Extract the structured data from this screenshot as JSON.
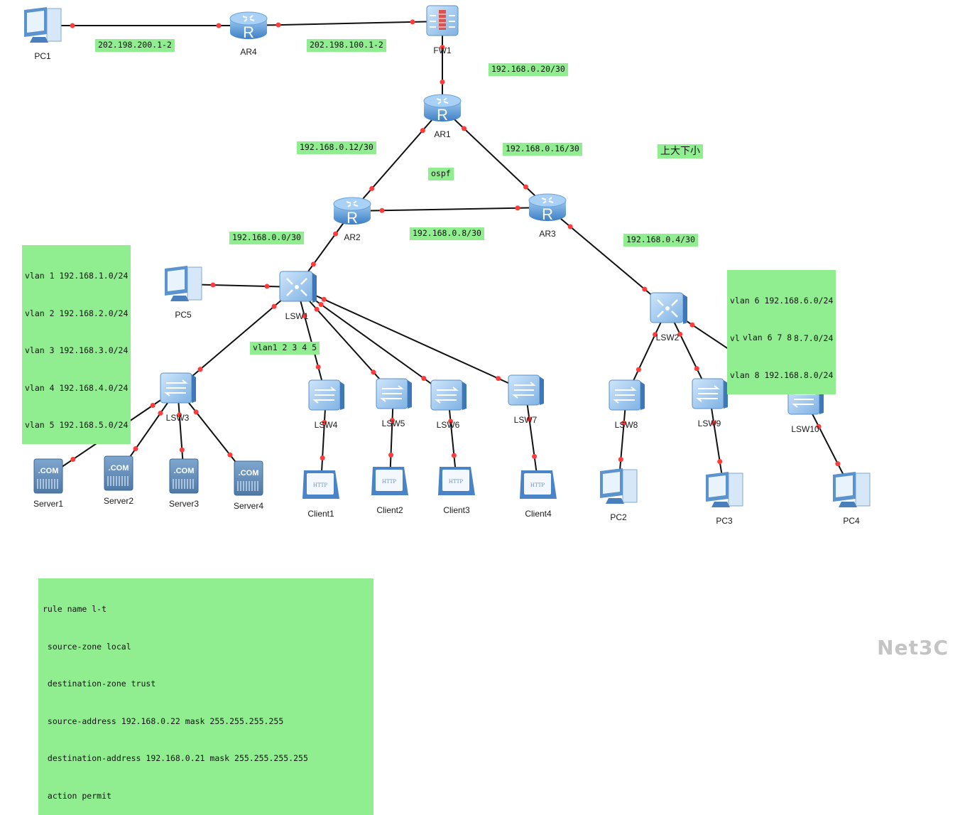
{
  "devices": {
    "PC1": {
      "label": "PC1",
      "type": "pc"
    },
    "AR4": {
      "label": "AR4",
      "type": "router"
    },
    "FW1": {
      "label": "FW1",
      "type": "firewall"
    },
    "AR1": {
      "label": "AR1",
      "type": "router"
    },
    "AR2": {
      "label": "AR2",
      "type": "router"
    },
    "AR3": {
      "label": "AR3",
      "type": "router"
    },
    "LSW1": {
      "label": "LSW1",
      "type": "l3switch"
    },
    "LSW2": {
      "label": "LSW2",
      "type": "l3switch"
    },
    "PC5": {
      "label": "PC5",
      "type": "pc"
    },
    "LSW3": {
      "label": "LSW3",
      "type": "switch"
    },
    "LSW4": {
      "label": "LSW4",
      "type": "switch"
    },
    "LSW5": {
      "label": "LSW5",
      "type": "switch"
    },
    "LSW6": {
      "label": "LSW6",
      "type": "switch"
    },
    "LSW7": {
      "label": "LSW7",
      "type": "switch"
    },
    "LSW8": {
      "label": "LSW8",
      "type": "switch"
    },
    "LSW9": {
      "label": "LSW9",
      "type": "switch"
    },
    "LSW10": {
      "label": "LSW10",
      "type": "switch"
    },
    "Server1": {
      "label": "Server1",
      "type": "server"
    },
    "Server2": {
      "label": "Server2",
      "type": "server"
    },
    "Server3": {
      "label": "Server3",
      "type": "server"
    },
    "Server4": {
      "label": "Server4",
      "type": "server"
    },
    "Client1": {
      "label": "Client1",
      "type": "client"
    },
    "Client2": {
      "label": "Client2",
      "type": "client"
    },
    "Client3": {
      "label": "Client3",
      "type": "client"
    },
    "Client4": {
      "label": "Client4",
      "type": "client"
    },
    "PC2": {
      "label": "PC2",
      "type": "pc"
    },
    "PC3": {
      "label": "PC3",
      "type": "pc"
    },
    "PC4": {
      "label": "PC4",
      "type": "pc"
    }
  },
  "links": [
    [
      "PC1",
      "AR4"
    ],
    [
      "AR4",
      "FW1"
    ],
    [
      "FW1",
      "AR1"
    ],
    [
      "AR1",
      "AR2"
    ],
    [
      "AR1",
      "AR3"
    ],
    [
      "AR2",
      "AR3"
    ],
    [
      "AR2",
      "LSW1"
    ],
    [
      "AR3",
      "LSW2"
    ],
    [
      "PC5",
      "LSW1"
    ],
    [
      "LSW1",
      "LSW3"
    ],
    [
      "LSW1",
      "LSW4"
    ],
    [
      "LSW1",
      "LSW5"
    ],
    [
      "LSW1",
      "LSW6"
    ],
    [
      "LSW1",
      "LSW7"
    ],
    [
      "LSW3",
      "Server1"
    ],
    [
      "LSW3",
      "Server2"
    ],
    [
      "LSW3",
      "Server3"
    ],
    [
      "LSW3",
      "Server4"
    ],
    [
      "LSW4",
      "Client1"
    ],
    [
      "LSW5",
      "Client2"
    ],
    [
      "LSW6",
      "Client3"
    ],
    [
      "LSW7",
      "Client4"
    ],
    [
      "LSW2",
      "LSW8"
    ],
    [
      "LSW2",
      "LSW9"
    ],
    [
      "LSW2",
      "LSW10"
    ],
    [
      "LSW8",
      "PC2"
    ],
    [
      "LSW9",
      "PC3"
    ],
    [
      "LSW10",
      "PC4"
    ]
  ],
  "notes": {
    "net_pc1_ar4": "202.198.200.1-2",
    "net_ar4_fw1": "202.198.100.1-2",
    "net_fw1_ar1": "192.168.0.20/30",
    "net_ar1_ar2": "192.168.0.12/30",
    "net_ar1_ar3": "192.168.0.16/30",
    "chinese_note": "上大下小",
    "ospf": "ospf",
    "net_ar2_lsw1": "192.168.0.0/30",
    "net_ar2_ar3": "192.168.0.8/30",
    "net_ar3_lsw2": "192.168.0.4/30",
    "vlans_lsw1": [
      "vlan 1 192.168.1.0/24",
      "vlan 2 192.168.2.0/24",
      "vlan 3 192.168.3.0/24",
      "vlan 4 192.168.4.0/24",
      "vlan 5 192.168.5.0/24"
    ],
    "vlan_list_lsw1": "vlan1 2 3 4 5",
    "vlans_lsw2": [
      "vlan 6 192.168.6.0/24",
      "vlan 7 192.168.7.0/24",
      "vlan 8 192.168.8.0/24"
    ],
    "vlan_list_lsw2": "vlan 6 7 8",
    "fw_rule": [
      "rule name l-t",
      " source-zone local",
      " destination-zone trust",
      " source-address 192.168.0.22 mask 255.255.255.255",
      " destination-address 192.168.0.21 mask 255.255.255.255",
      " action permit"
    ]
  },
  "watermark": "Net3C",
  "colors": {
    "note_bg": "#90ee90",
    "link": "#111111",
    "port_dot": "#ff3b3b",
    "device_blue": "#5b9bd5"
  }
}
